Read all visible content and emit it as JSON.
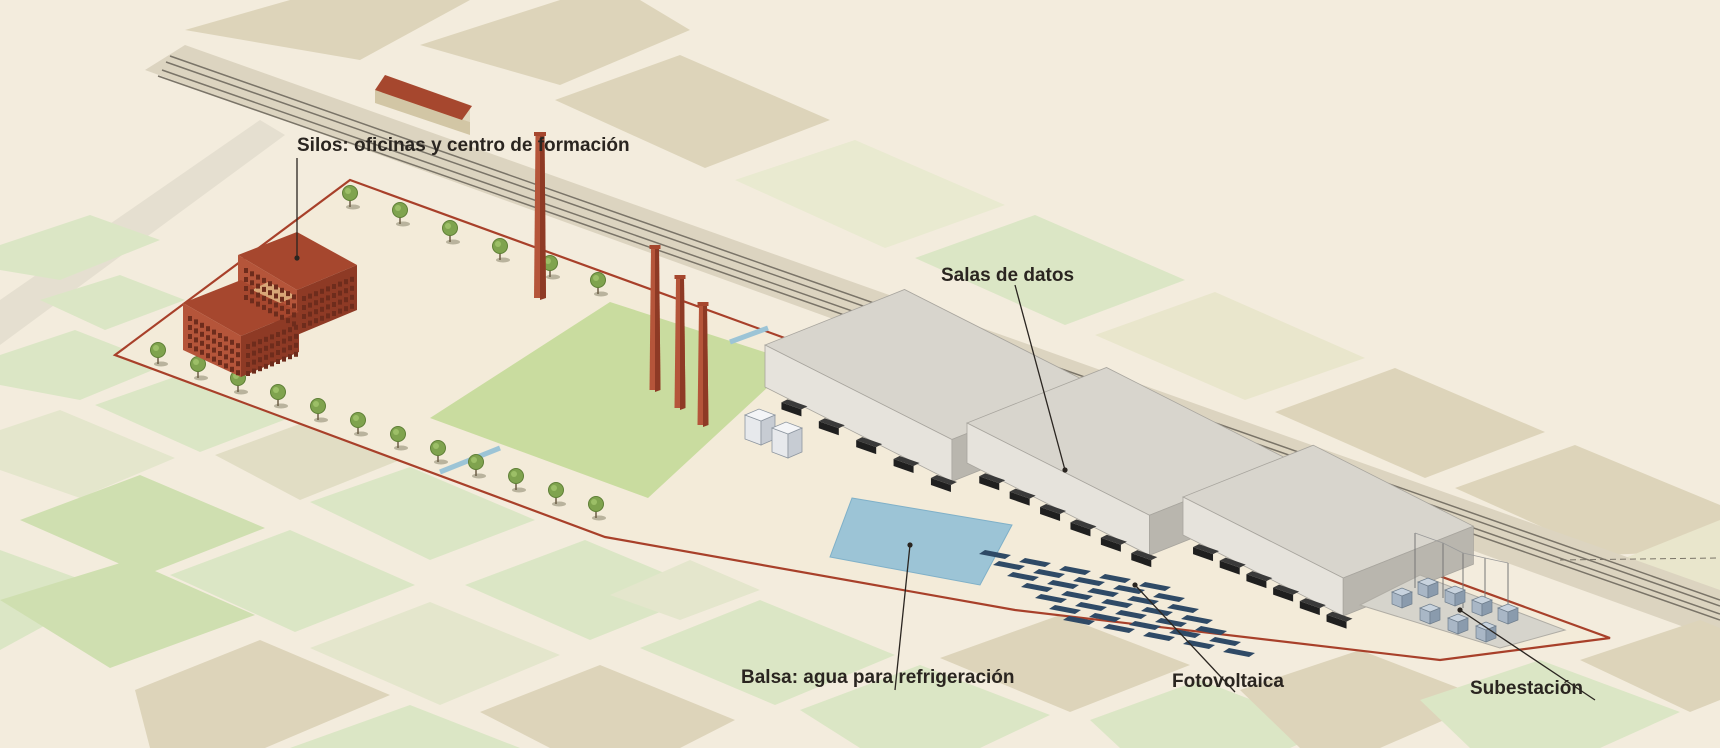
{
  "labels": {
    "silos": "Silos: oficinas y centro de formación",
    "salas": "Salas de datos",
    "balsa": "Balsa: agua para refrigeración",
    "fotovoltaica": "Fotovoltaica",
    "subestacion": "Subestación"
  },
  "colors": {
    "background": "#f3ecdd",
    "block_tan": "#ddd4ba",
    "block_green": "#dbe6c5",
    "block_green_dark": "#cfdfb0",
    "park": "#c9dc9f",
    "water": "#9cc4d6",
    "brick": "#b5553a",
    "brick_roof": "#a6472e",
    "boundary": "#a8402a",
    "hall_top": "#d6d3cc",
    "hall_side": "#b9b6ae",
    "tree": "#7fa34e",
    "solar": "#2f4a66",
    "ink": "#2a2520"
  }
}
